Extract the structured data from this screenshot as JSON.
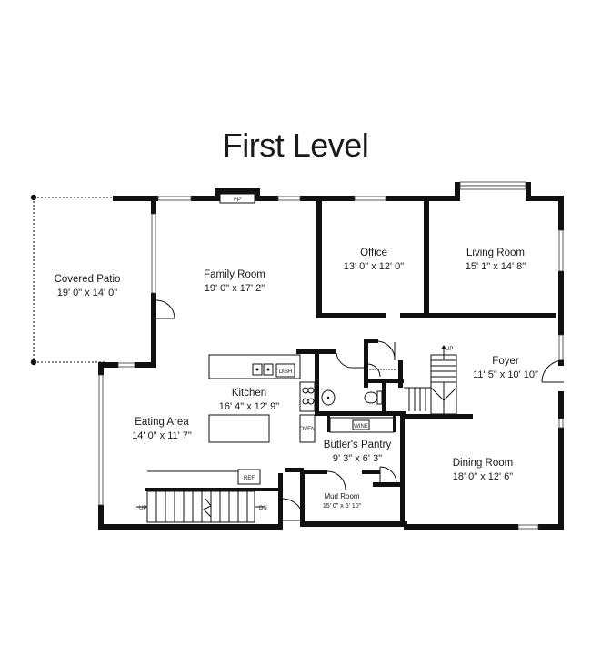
{
  "title": "First Level",
  "rooms": {
    "covered_patio": {
      "name": "Covered Patio",
      "dim": "19' 0\" x 14' 0\""
    },
    "family_room": {
      "name": "Family Room",
      "dim": "19' 0\" x 17' 2\""
    },
    "office": {
      "name": "Office",
      "dim": "13' 0\" x 12' 0\""
    },
    "living_room": {
      "name": "Living Room",
      "dim": "15' 1\" x 14' 8\""
    },
    "foyer": {
      "name": "Foyer",
      "dim": "11' 5\" x 10' 10\""
    },
    "kitchen": {
      "name": "Kitchen",
      "dim": "16' 4\" x 12' 9\""
    },
    "eating_area": {
      "name": "Eating Area",
      "dim": "14' 0\" x 11' 7\""
    },
    "butlers_pantry": {
      "name": "Butler's Pantry",
      "dim": "9' 3\" x 6' 3\""
    },
    "dining_room": {
      "name": "Dining Room",
      "dim": "18' 0\" x 12' 6\""
    },
    "mud_room": {
      "name": "Mud Room",
      "dim": "15' 0\" x 5' 10\""
    }
  },
  "labels": {
    "fp": "FP",
    "dish": "DISH",
    "oven": "OVEN",
    "wine": "WINE",
    "ref": "REF",
    "up_foyer": "UP",
    "up_stair": "UP",
    "dn_stair": "DN"
  },
  "colors": {
    "wall": "#111111",
    "background": "#ffffff"
  }
}
